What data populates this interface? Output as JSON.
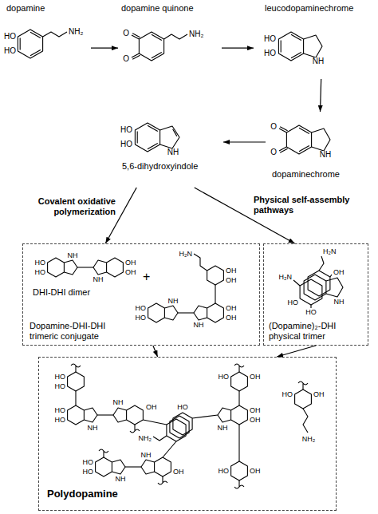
{
  "diagram": {
    "nodes": [
      {
        "text": [
          "dopamine"
        ]
      },
      {
        "text": [
          "dopamine quinone"
        ]
      },
      {
        "text": [
          "leucodopaminechrome"
        ]
      },
      {
        "text": [
          "dopaminechrome"
        ]
      },
      {
        "text": [
          "5,6-dihydroxyindole"
        ]
      },
      {
        "text": [
          "DHI-DHI dimer",
          "+",
          "Dopamine-DHI-DHI trimeric conjugate"
        ]
      },
      {
        "text": [
          "(Dopamine)₂-DHI physical trimer"
        ]
      },
      {
        "text": [
          "Polydopamine"
        ]
      }
    ],
    "edges": [
      {
        "from": 0,
        "to": 1,
        "arrow": "to"
      },
      {
        "from": 1,
        "to": 2,
        "arrow": "to"
      },
      {
        "from": 2,
        "to": 3,
        "arrow": "to"
      },
      {
        "from": 3,
        "to": 4,
        "arrow": "to"
      },
      {
        "from": 4,
        "to": 5,
        "arrow": "to",
        "label": "Covalent oxidative polymerization"
      },
      {
        "from": 4,
        "to": 6,
        "arrow": "to",
        "label": "Physical self-assembly pathways"
      },
      {
        "from": 5,
        "to": 7,
        "arrow": "to"
      },
      {
        "from": 6,
        "to": 7,
        "arrow": "to"
      }
    ],
    "labels": [
      "HO",
      "HO",
      "NH₂",
      "O",
      "O",
      "NH₂",
      "HO",
      "HO",
      "NH",
      "O",
      "O",
      "NH",
      "HO",
      "HO",
      "NH",
      "HO",
      "HO",
      "NH",
      "NH",
      "OH",
      "OH",
      "H₂N",
      "OH",
      "OH",
      "NH",
      "NH",
      "HO",
      "HO",
      "OH",
      "OH",
      "H₂N",
      "H₂N",
      "NH",
      "HO",
      "HO",
      "OH",
      "HO",
      "HO",
      "HO",
      "HO",
      "NH",
      "NH",
      "OH",
      "HO",
      "NH₂",
      "NH",
      "HO",
      "OH",
      "OH",
      "OH",
      "OH",
      "HO",
      "NH₂",
      "HO",
      "HO",
      "NH",
      "NH",
      "OH",
      "HO",
      "OH"
    ]
  }
}
